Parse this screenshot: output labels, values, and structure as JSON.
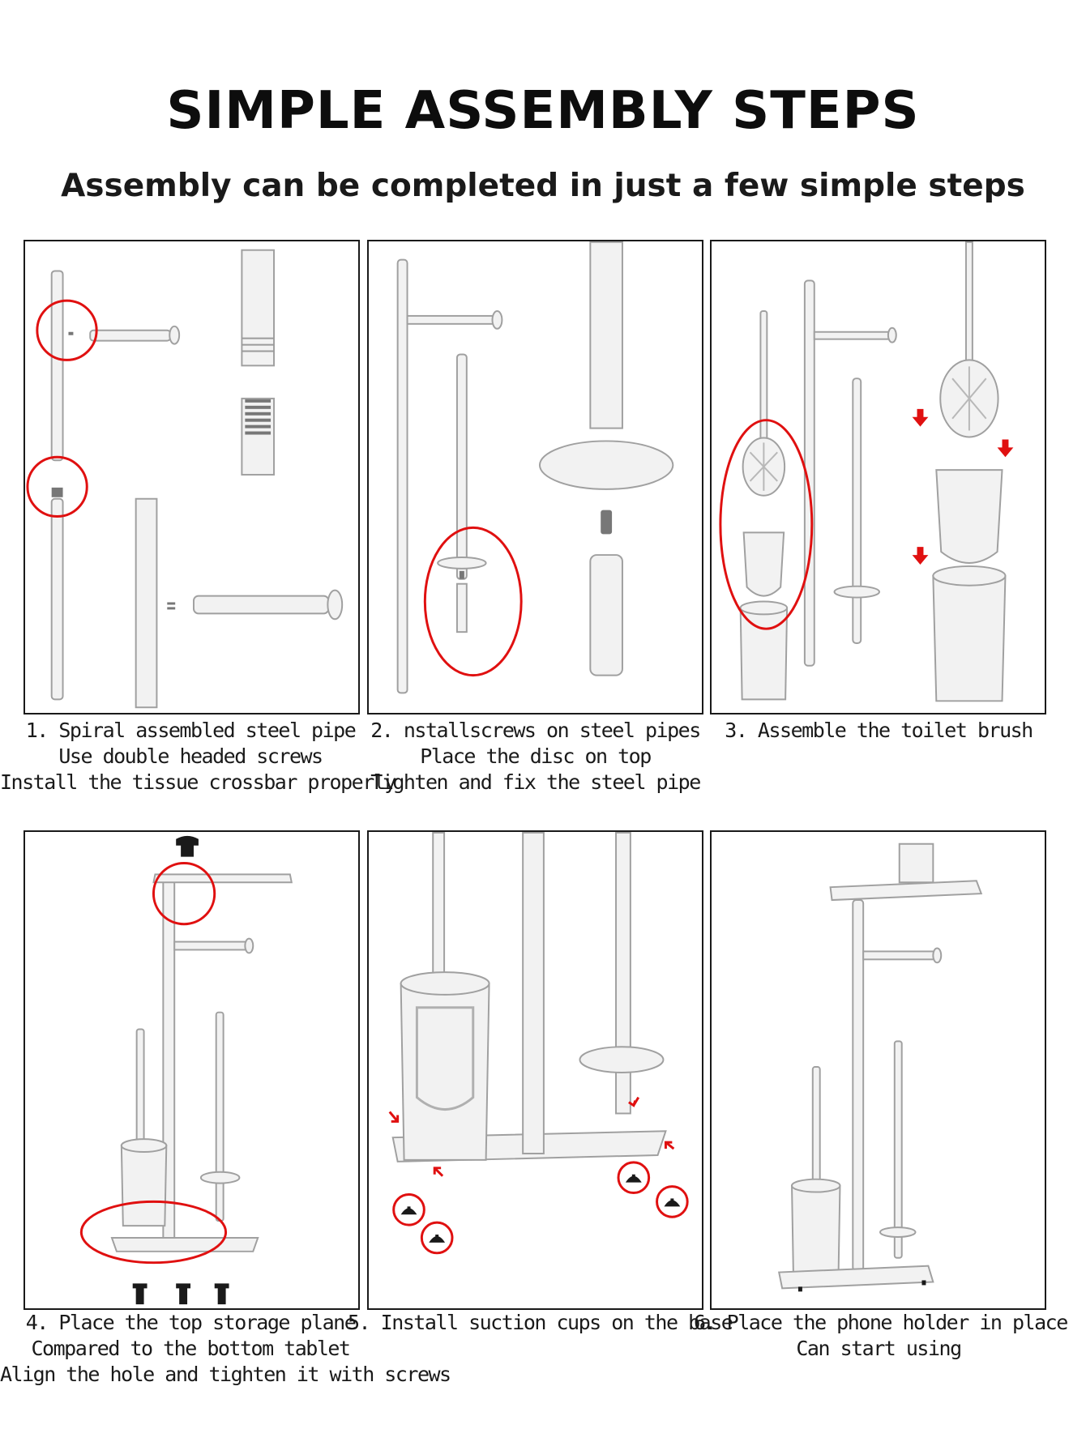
{
  "header": {
    "title": "SIMPLE ASSEMBLY STEPS",
    "subtitle": "Assembly can be completed in just a few simple steps"
  },
  "steps": [
    {
      "lines": [
        "1. Spiral assembled steel pipe",
        "Use double headed screws",
        "Install the tissue crossbar properly"
      ]
    },
    {
      "lines": [
        "2. nstallscrews on steel pipes",
        "Place the disc on top",
        "Tighten and fix the steel pipe"
      ]
    },
    {
      "lines": [
        "3. Assemble the toilet brush"
      ]
    },
    {
      "lines": [
        "4. Place the top storage plane",
        "Compared to the bottom tablet",
        "Align the hole and tighten it with screws"
      ]
    },
    {
      "lines": [
        "5. Install suction cups on the base"
      ]
    },
    {
      "lines": [
        "6. Place the phone holder in place",
        "Can start using"
      ]
    }
  ],
  "colors": {
    "accent_red": "#e01010",
    "outline": "#1a1a1a",
    "part_fill": "#f2f2f2",
    "part_stroke": "#9a9a9a"
  },
  "icons": [
    "red-circle-highlight-icon",
    "red-down-arrow-icon",
    "suction-cup-icon",
    "screw-icon"
  ]
}
